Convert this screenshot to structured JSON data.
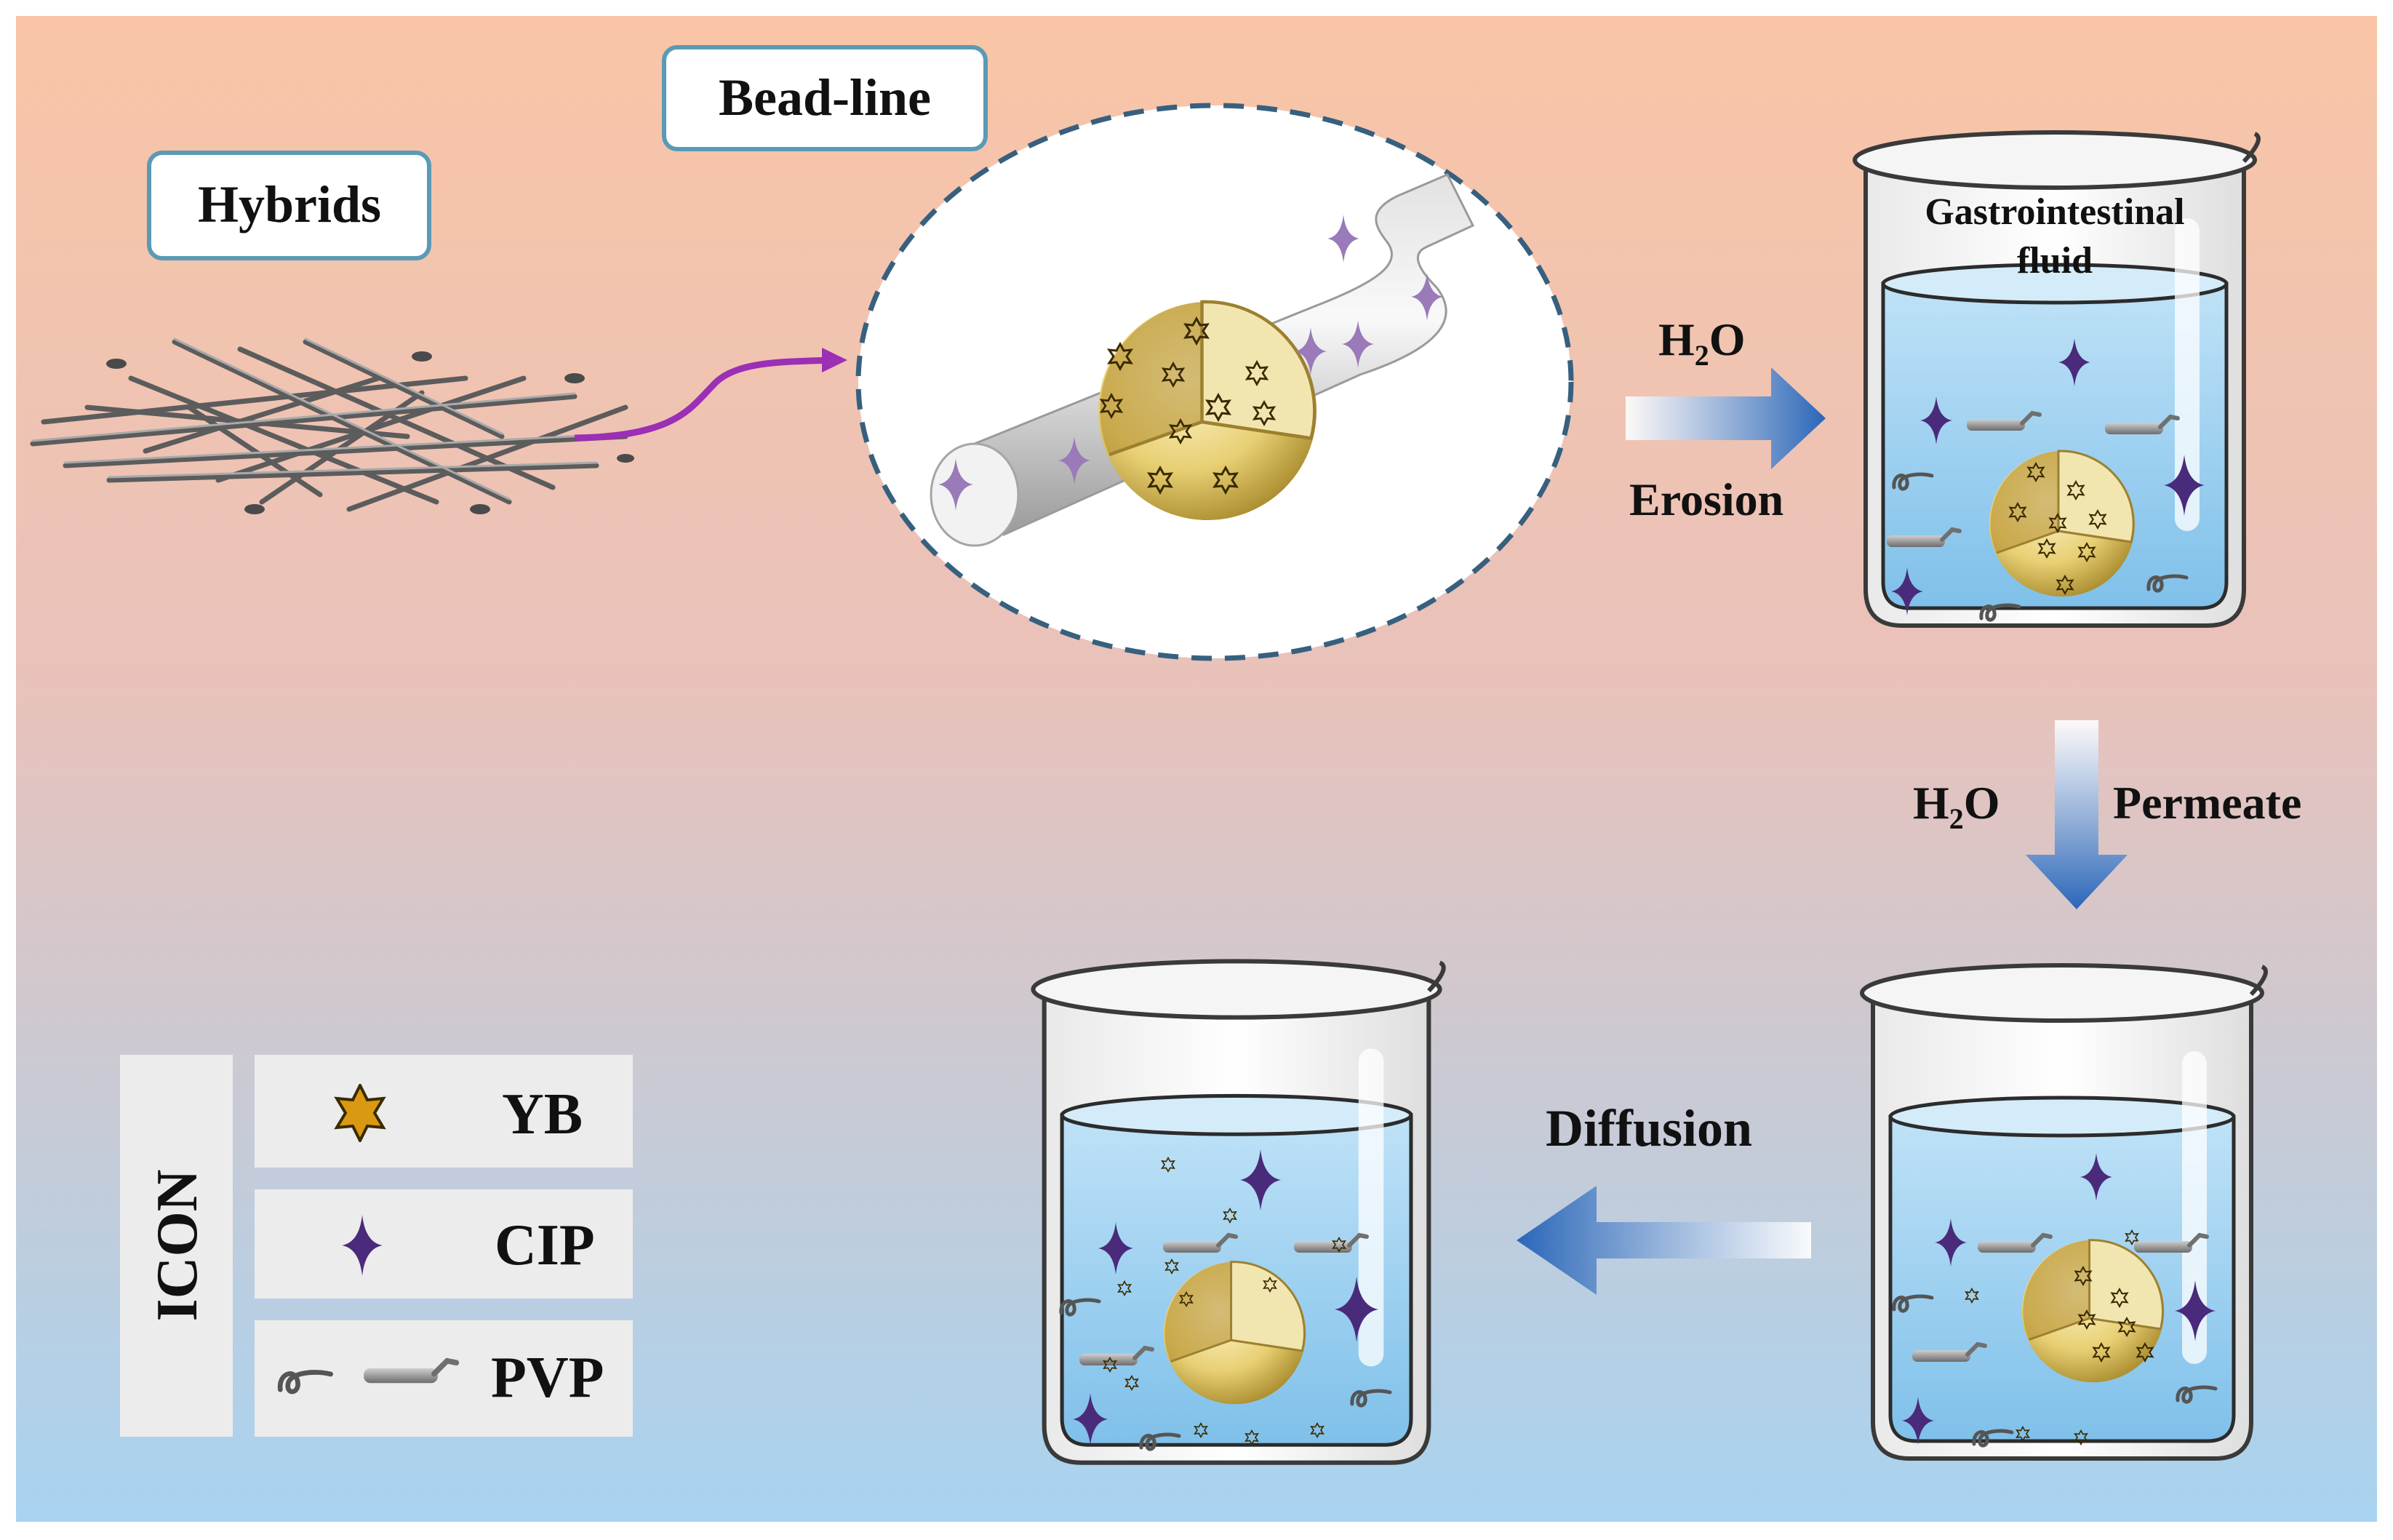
{
  "labels": {
    "hybrids": "Hybrids",
    "bead_line": "Bead-line",
    "gastro_line1": "Gastrointestinal",
    "gastro_line2": "fluid",
    "h2o_a_base": "H",
    "h2o_a_sub": "2",
    "h2o_a_end": "O",
    "erosion": "Erosion",
    "h2o_b_base": "H",
    "h2o_b_sub": "2",
    "h2o_b_end": "O",
    "permeate": "Permeate",
    "diffusion": "Diffusion"
  },
  "legend": {
    "title": "ICON",
    "items": [
      {
        "label": "YB",
        "icon": "gold-star-icon"
      },
      {
        "label": "CIP",
        "icon": "purple-four-point-star-icon"
      },
      {
        "label": "PVP",
        "icon": "pvp-fiber-icon"
      }
    ]
  },
  "colors": {
    "background_top": "#f9c6a8",
    "background_bottom": "#a9d2ee",
    "label_border": "#4a8aa6",
    "arrow_blue": "#2f6fbf",
    "water_blue": "#8ec9ee",
    "connector_purple": "#9b2fb5",
    "cip_purple": "#4a2a7a",
    "yb_gold": "#d79a17"
  }
}
